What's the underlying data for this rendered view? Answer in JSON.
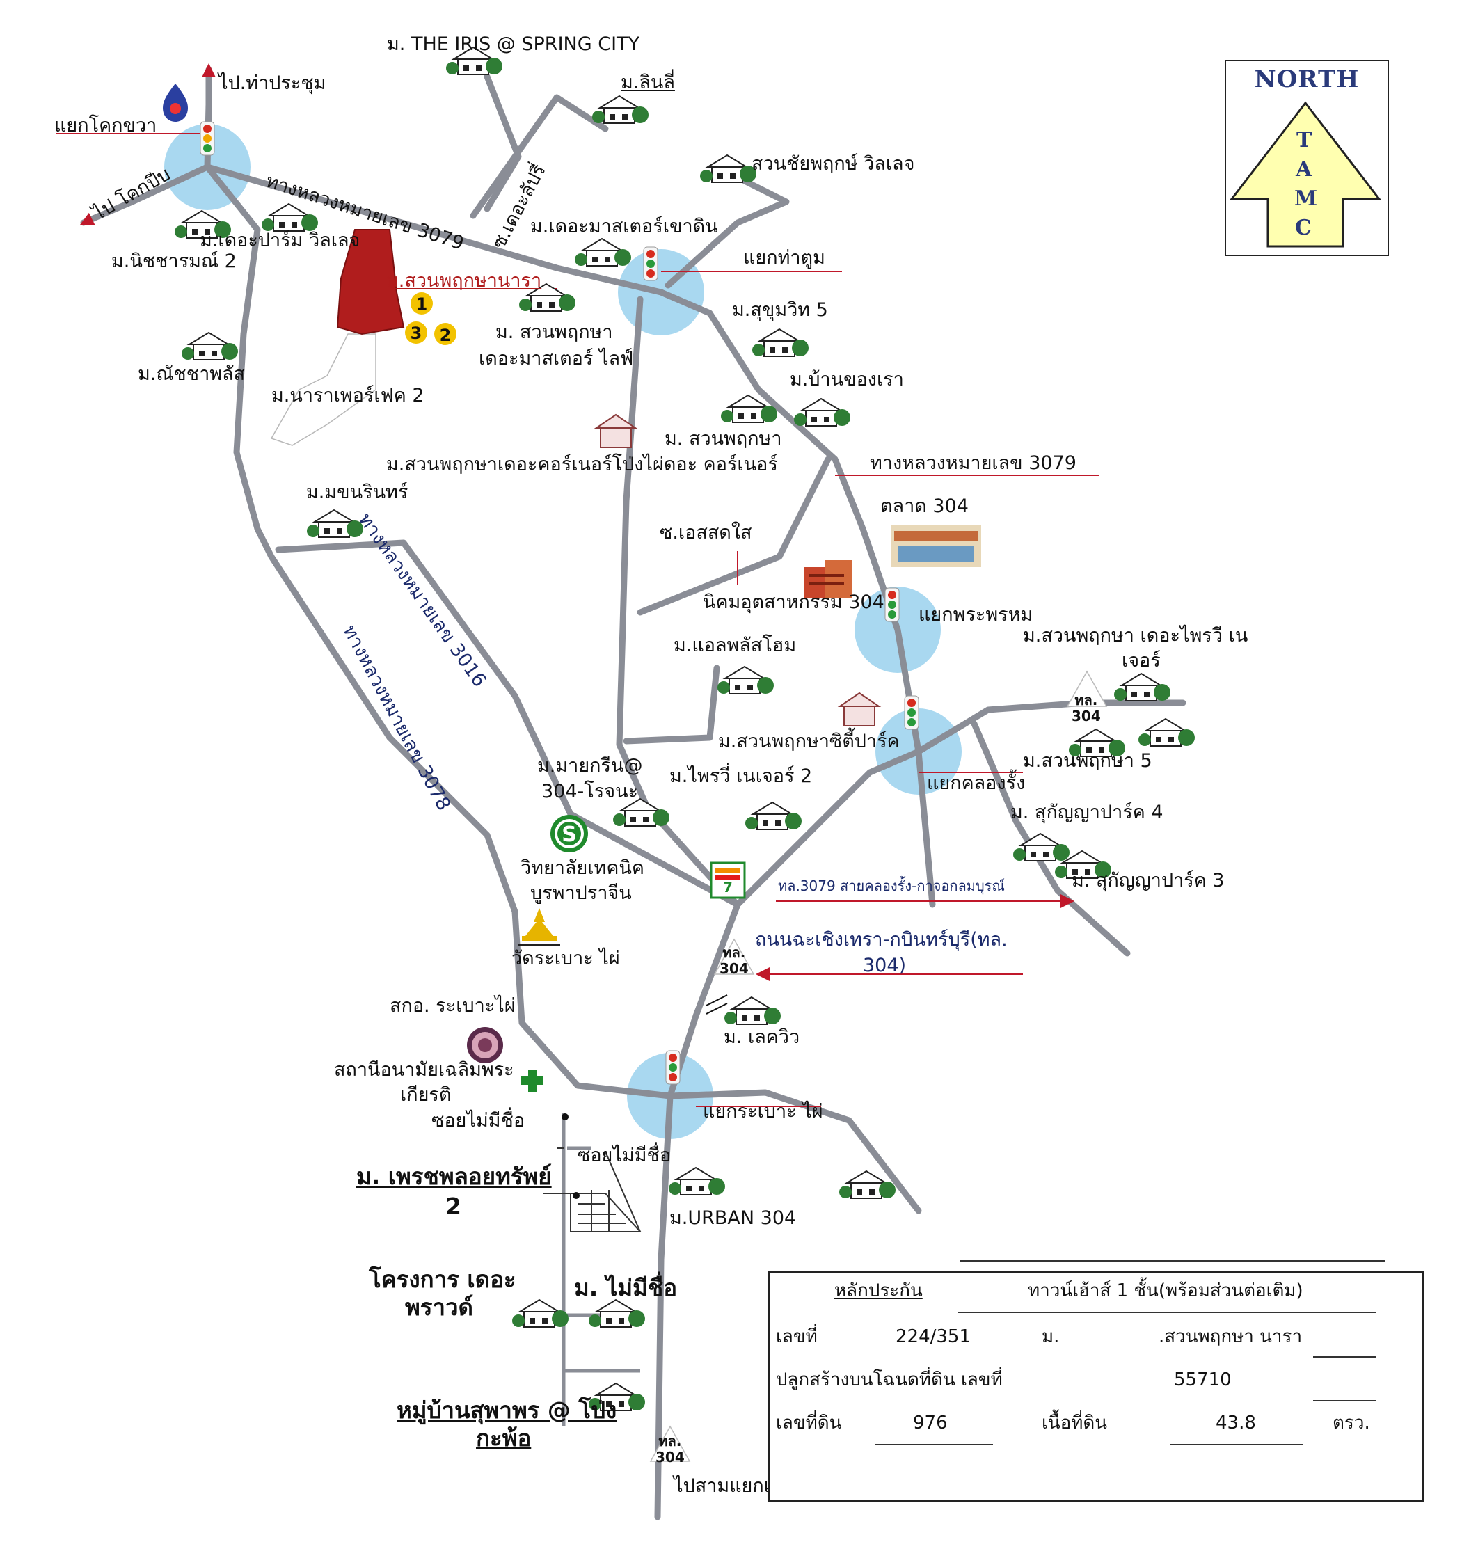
{
  "compass": {
    "title": "NORTH",
    "letters": [
      "T",
      "A",
      "M",
      "C"
    ]
  },
  "labels": {
    "iris": "ม. THE IRIS  @  SPRING CITY",
    "linlee": "ม.ลินลี่",
    "tha_prachum": "ไป.ท่าประชุม",
    "yaek_khok_khwao": "แยกโคกขวา",
    "pai_khok_pip": "ไป โคกปีบ",
    "route3079_top": "ทางหลวงหมายเลข 3079",
    "soi_the_lapri": "ซ.เดอะลัปรี่",
    "suan_chaipruek": "สวนชัยพฤกษ์ วิลเลจ",
    "the_master_khaodin": "ม.เดอะมาสเตอร์เขาดิน",
    "yaek_tha_tum": "แยกท่าตูม",
    "the_prim": "ม.เดอะปาร์ม วิลเลจ",
    "nitcharam": "ม.นิชชารมณ์ 2",
    "suan_pruksa_nara": "ม.สวนพฤกษานารา",
    "sukhumvit5": "ม.สุขุมวิท 5",
    "suan_pruksa_master_1": "ม. สวนพฤกษา",
    "suan_pruksa_master_2": "เดอะมาสเตอร์ ไลฟ์",
    "natcha_plus": "ม.ณัชชาพลัส",
    "ban_khong_rao": "ม.บ้านของเรา",
    "nara_perfect": "ม.นาราเพอร์เฟค 2",
    "suan_pruksa_corner_1": "ม. สวนพฤกษา",
    "suan_pruksa_corner_2": "ม.สวนพฤกษาเดอะคอร์เนอร์โป่งไผ่ดอะ คอร์เนอร์",
    "route3079_mid": "ทางหลวงหมายเลข 3079",
    "talad304": "ตลาด 304",
    "makhonrin": "ม.มขนรินทร์",
    "route3016": "ทางหลวงหมายเลข 3016",
    "soi_es": "ซ.เอสสดใส",
    "industrial304": "นิคมอุตสาหกรรม 304",
    "yaek_phra_phrom": "แยกพระพรหม",
    "suan_pruksa_privy_1": "ม.สวนพฤกษา เดอะไพรวี เน",
    "suan_pruksa_privy_2": "เจอร์",
    "route3078": "ทางหลวงหมายเลข 3078",
    "all_plus_home": "ม.แอลพลัสโฮม",
    "suan_pruksa_city_park": "ม.สวนพฤกษาซิตี้ปาร์ค",
    "sign304_a": "ทล.\n304",
    "suan_pruksa5": "ม.สวนพฤกษา 5",
    "my_green_1": "ม.มายกรีน@",
    "my_green_2": "304-โรจนะ",
    "privy_nature2": "ม.ไพรวี่ เนเจอร์ 2",
    "yaek_khlong_rung": "แยกคลองรั้ง",
    "sukanya4": "ม. สุกัญญาปาร์ค 4",
    "college_1": "วิทยาลัยเทคนิค",
    "college_2": "บูรพาปราจีน",
    "sukanya3": "ม. สุกัญญาปาร์ค 3",
    "road3079_arrow": "ทล.3079 สายคลองรั้ง-กาจอกลมบุรณ์",
    "wat_label": "วัดระเบาะ ไผ่",
    "sign304_b": "ทล.\n304",
    "road304_1": "ถนนฉะเชิงเทรา-กบินทร์บุรี(ทล.",
    "road304_2": "304)",
    "sor_kor_or": "สกอ. ระเบาะไผ่",
    "lake_view": "ม. เลควิว",
    "health_1": "สถานีอนามัยเฉลิมพระ",
    "health_2": "เกียรติ",
    "soi_no_name_1": "ซอยไม่มีชื่อ",
    "yaek_rabo_phai": "แยกระเบาะ ไผ่",
    "soi_no_name_2": "ซอยไม่มีชื่อ",
    "phet_ploy_1": "ม. เพรชพลอยทรัพย์",
    "phet_ploy_2": "2",
    "urban304": "ม.URBAN 304",
    "the_proud_1": "โครงการ เดอะ",
    "the_proud_2": "พราวด์",
    "mai_mi_chue": "ม. ไม่มีชื่อ",
    "supaporn_1": "หมู่บ้านสุพาพร @ โป่ง",
    "supaporn_2": "กะพ้อ",
    "sign304_c": "ทล.\n304",
    "sam_yaek": "ไปสามแยกเขาหินซ้อน"
  },
  "comparables": [
    "1",
    "2",
    "3"
  ],
  "legend": {
    "collateral_label": "หลักประกัน",
    "building_type": "ทาวน์เฮ้าส์ 1 ชั้น(พร้อมส่วนต่อเติม)",
    "number_label": "เลขที่",
    "number_value": "224/351",
    "village_label": "ม.",
    "village_value": ".สวนพฤกษา นารา",
    "title_deed_label": "ปลูกสร้างบนโฉนดที่ดิน เลขที่",
    "title_deed_value": "55710",
    "land_no_label": "เลขที่ดิน",
    "land_no_value": "976",
    "area_label": "เนื้อที่ดิน",
    "area_value": "43.8",
    "area_unit": "ตรว."
  },
  "colors": {
    "road": "#8a8d96",
    "road_dark": "#6f727c",
    "intersection": "#a9d8f0",
    "collateral": "#b01d1d",
    "pointer": "#c0182a",
    "comparable": "#f2c200",
    "college_icon": "#1f8a2c",
    "health_icon": "#1f8a2c",
    "text_blue": "#1b2a6b",
    "compass_fill": "#ffffb0"
  },
  "icons": [
    "house-icon",
    "traffic-light-icon",
    "gas-station-icon",
    "highway-sign-icon",
    "seven-eleven-icon",
    "temple-icon",
    "hospital-cross-icon",
    "college-icon",
    "market-icon",
    "factory-icon",
    "office-seal-icon"
  ]
}
